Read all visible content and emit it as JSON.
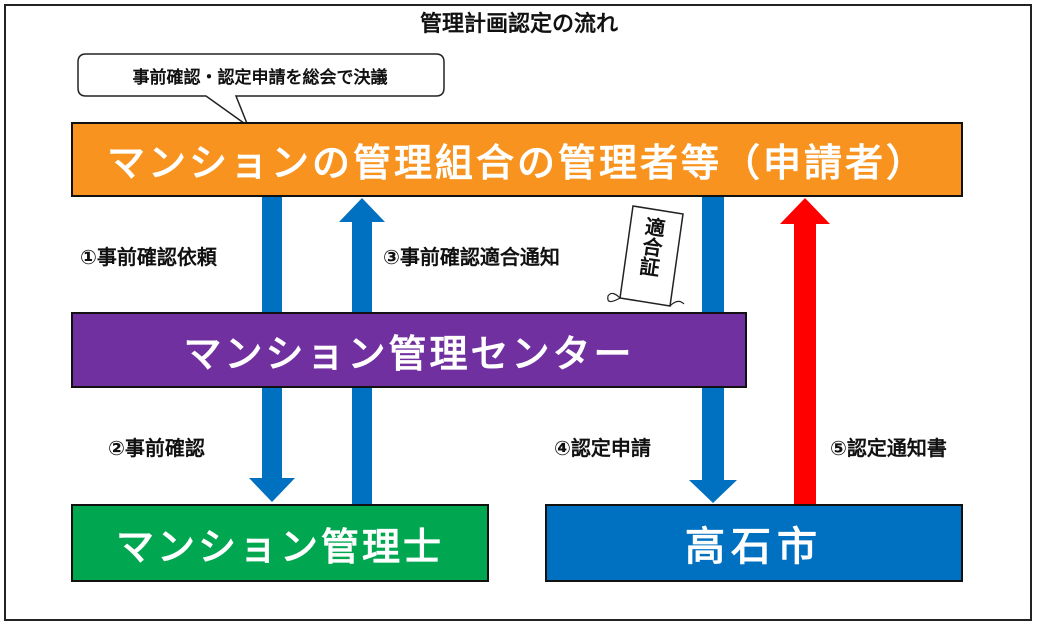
{
  "title": "管理計画認定の流れ",
  "callout": {
    "text": "事前確認・認定申請を総会で決議"
  },
  "boxes": {
    "applicant": "マンションの管理組合の管理者等（申請者）",
    "center": "マンション管理センター",
    "manager": "マンション管理士",
    "city": "高石市"
  },
  "steps": {
    "s1": "①事前確認依頼",
    "s2": "②事前確認",
    "s3": "③事前確認適合通知",
    "s4": "④認定申請",
    "s5": "⑤認定通知書"
  },
  "certificate": {
    "text": "適合証"
  },
  "colors": {
    "applicant": "#f7931e",
    "center": "#7030a0",
    "manager": "#00a650",
    "city": "#0070c0",
    "arrow_blue": "#0070c0",
    "arrow_red": "#ff0000"
  }
}
